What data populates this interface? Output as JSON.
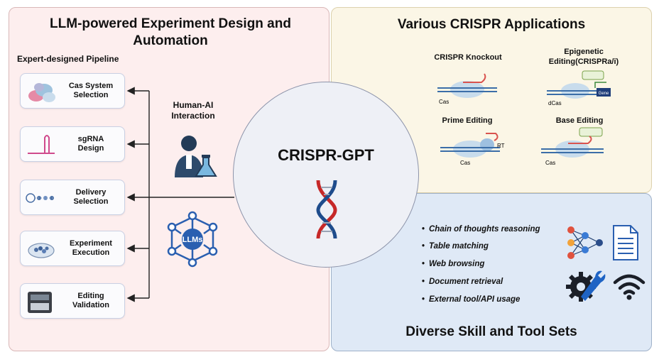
{
  "left_panel": {
    "title": "LLM-powered Experiment Design and Automation",
    "pipeline_title": "Expert-designed Pipeline",
    "steps": [
      {
        "label": "Cas System\nSelection",
        "icon": "protein-icon"
      },
      {
        "label": "sgRNA\nDesign",
        "icon": "sgrna-icon"
      },
      {
        "label": "Delivery\nSelection",
        "icon": "delivery-icon"
      },
      {
        "label": "Experiment\nExecution",
        "icon": "petri-dish-icon"
      },
      {
        "label": "Editing\nValidation",
        "icon": "sequencer-icon"
      }
    ],
    "human_ai_label": "Human-AI\nInteraction",
    "llm_label": "LLMs"
  },
  "center": {
    "title": "CRISPR-GPT",
    "icon": "dna-helix-icon"
  },
  "applications_panel": {
    "title": "Various CRISPR Applications",
    "items": [
      {
        "label": "CRISPR Knockout",
        "sub_labels": [
          "Cas"
        ]
      },
      {
        "label": "Epigenetic\nEditing(CRISPRa/i)",
        "sub_labels": [
          "dCas",
          "Gene"
        ]
      },
      {
        "label": "Prime Editing",
        "sub_labels": [
          "Cas",
          "RT"
        ]
      },
      {
        "label": "Base Editing",
        "sub_labels": [
          "Cas"
        ]
      }
    ]
  },
  "skills_panel": {
    "title": "Diverse Skill and Tool Sets",
    "skills": [
      "Chain of thoughts reasoning",
      "Table matching",
      "Web browsing",
      "Document retrieval",
      "External tool/API usage"
    ],
    "icons": [
      "neural-network-icon",
      "document-icon",
      "gear-wrench-icon",
      "wifi-icon"
    ]
  },
  "colors": {
    "left_bg": "#fdeeee",
    "apps_bg": "#fbf6e6",
    "skills_bg": "#dfe9f6",
    "dna_red": "#c62828",
    "dna_blue": "#1e4c8c",
    "llm_blue": "#2a5fb0"
  }
}
